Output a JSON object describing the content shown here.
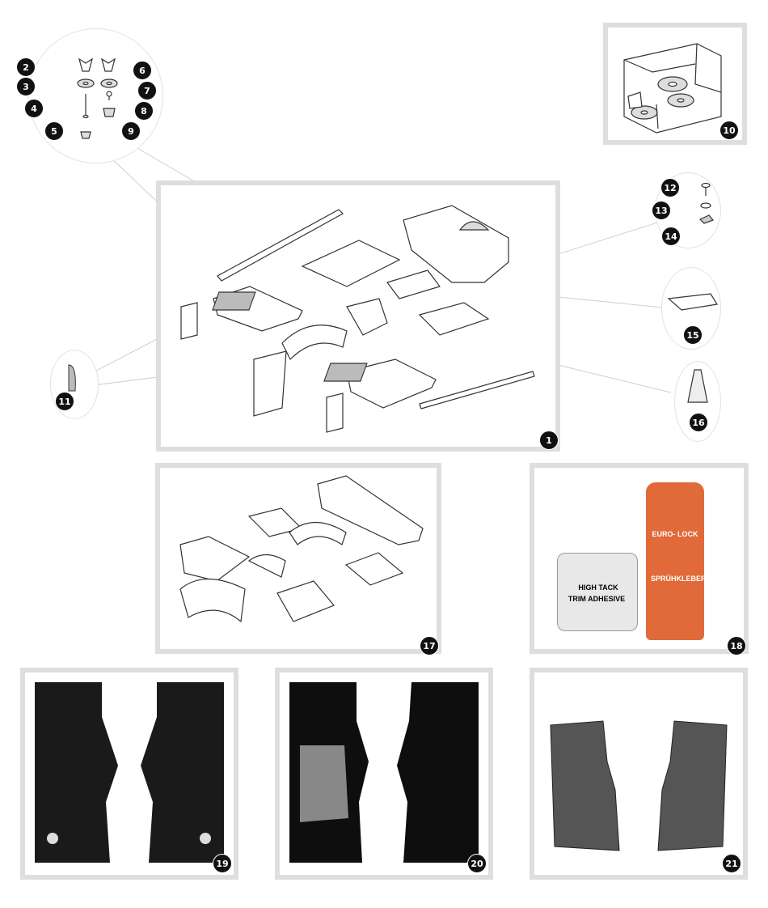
{
  "callouts": {
    "c1": "1",
    "c2": "2",
    "c3": "3",
    "c4": "4",
    "c5": "5",
    "c6": "6",
    "c7": "7",
    "c8": "8",
    "c9": "9",
    "c10": "10",
    "c11": "11",
    "c12": "12",
    "c13": "13",
    "c14": "14",
    "c15": "15",
    "c16": "16",
    "c17": "17",
    "c18": "18",
    "c19": "19",
    "c20": "20",
    "c21": "21"
  },
  "products": {
    "tin_line1": "HIGH TACK",
    "tin_line2": "TRIM ADHESIVE",
    "spray_brand1": "EURO-",
    "spray_brand2": "LOCK",
    "spray_sub": "SPRÜHKLEBER"
  },
  "colors": {
    "panel_border": "#dedede",
    "badge": "#111111",
    "carpet_black": "#1a1a1a",
    "rubber_grey": "#555555",
    "spray_can": "#e06a3a"
  }
}
